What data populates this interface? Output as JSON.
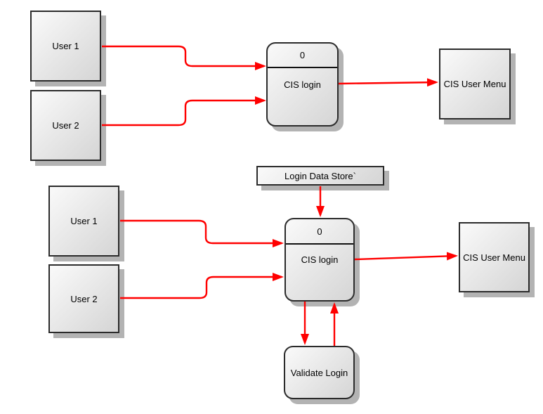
{
  "diagram": {
    "colors": {
      "arrow": "#ff0000",
      "border": "#2b2b2b",
      "fill_light": "#fafafa",
      "fill_dark": "#d5d5d5",
      "shadow": "#b3b3b3",
      "canvas_bg": "#ffffff"
    },
    "level0": {
      "user1": "User 1",
      "user2": "User 2",
      "process_number": "0",
      "process_label": "CIS login",
      "menu": "CIS User Menu"
    },
    "level1": {
      "datastore": "Login Data Store`",
      "user1": "User 1",
      "user2": "User 2",
      "process_number": "0",
      "process_label": "CIS login",
      "menu": "CIS User Menu",
      "validate": "Validate Login"
    }
  }
}
